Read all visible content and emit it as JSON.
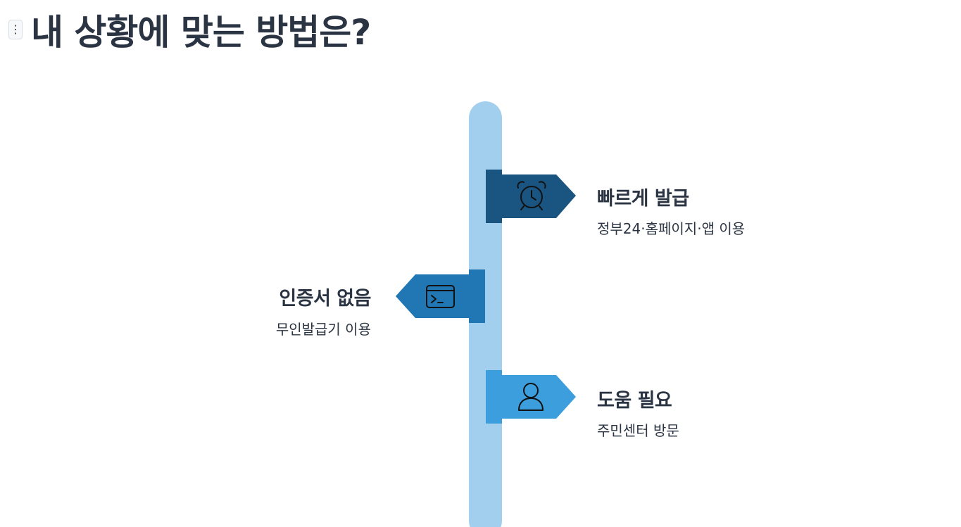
{
  "page": {
    "title": "내 상황에 맞는 방법은?",
    "menu_icon": "more-vertical-icon"
  },
  "diagram": {
    "pole_color": "#a3cfee",
    "signs": [
      {
        "id": "fast",
        "side": "right",
        "color": "#1a5582",
        "icon": "alarm-clock-icon",
        "title": "빠르게 발급",
        "description": "정부24·홈페이지·앱 이용"
      },
      {
        "id": "no-cert",
        "side": "left",
        "color": "#2177b4",
        "icon": "terminal-icon",
        "title": "인증서 없음",
        "description": "무인발급기 이용"
      },
      {
        "id": "need-help",
        "side": "right",
        "color": "#3c9edc",
        "icon": "person-icon",
        "title": "도움 필요",
        "description": "주민센터 방문"
      }
    ]
  }
}
